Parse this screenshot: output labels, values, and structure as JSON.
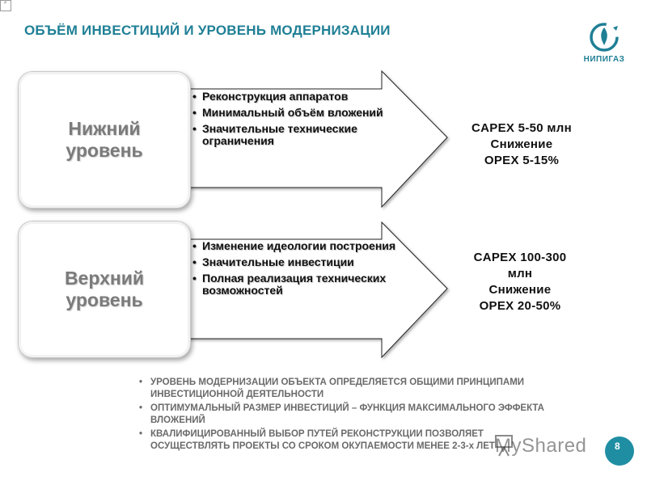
{
  "slide": {
    "title": "ОБЪЁМ ИНВЕСТИЦИЙ И УРОВЕНЬ МОДЕРНИЗАЦИИ",
    "logo_text": "НИПИГАЗ",
    "page_number": "8",
    "watermark_text": "MyShared",
    "accent_color": "#1f7f95"
  },
  "levels": [
    {
      "label": "Нижний\nуровень",
      "bullets": [
        "Реконструкция аппаратов",
        "Минимальный объём вложений",
        "Значительные технические ограничения"
      ],
      "metric": [
        "CAPEX 5-50 млн",
        "Снижение",
        "OPEX 5-15%"
      ]
    },
    {
      "label": "Верхний\nуровень",
      "bullets": [
        "Изменение идеологии построения",
        "Значительные инвестиции",
        "Полная реализация технических возможностей"
      ],
      "metric": [
        "CAPEX 100-300",
        "млн",
        "Снижение",
        "OPEX 20-50%"
      ]
    }
  ],
  "notes": [
    "УРОВЕНЬ МОДЕРНИЗАЦИИ ОБЪЕКТА ОПРЕДЕЛЯЕТСЯ ОБЩИМИ ПРИНЦИПАМИ ИНВЕСТИЦИОННОЙ ДЕЯТЕЛЬНОСТИ",
    "ОПТИМУМАЛЬНЫЙ РАЗМЕР ИНВЕСТИЦИЙ – ФУНКЦИЯ МАКСИМАЛЬНОГО ЭФФЕКТА ВЛОЖЕНИЙ",
    "КВАЛИФИЦИРОВАННЫЙ ВЫБОР ПУТЕЙ РЕКОНСТРУКЦИИ ПОЗВОЛЯЕТ ОСУЩЕСТВЛЯТЬ ПРОЕКТЫ СО СРОКОМ ОКУПАЕМОСТИ МЕНЕЕ 2-3-х ЛЕТ"
  ]
}
